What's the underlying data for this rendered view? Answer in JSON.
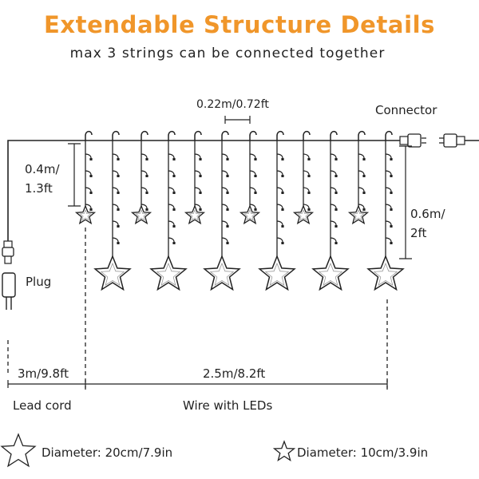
{
  "header": {
    "title": "Extendable Structure Details",
    "subtitle": "max 3 strings can be connected together"
  },
  "labels": {
    "spacing": "0.22m/0.72ft",
    "connector": "Connector",
    "short_drop_line1": "0.4m/",
    "short_drop_line2": "1.3ft",
    "long_drop_line1": "0.6m/",
    "long_drop_line2": "2ft",
    "plug": "Plug",
    "lead_length": "3m/9.8ft",
    "led_length": "2.5m/8.2ft",
    "lead_cord": "Lead cord",
    "wire_with_leds": "Wire with LEDs"
  },
  "legend": {
    "large_star": "Diameter: 20cm/7.9in",
    "small_star": "Diameter: 10cm/3.9in"
  },
  "colors": {
    "title": "#f0962a",
    "line": "#222222"
  }
}
